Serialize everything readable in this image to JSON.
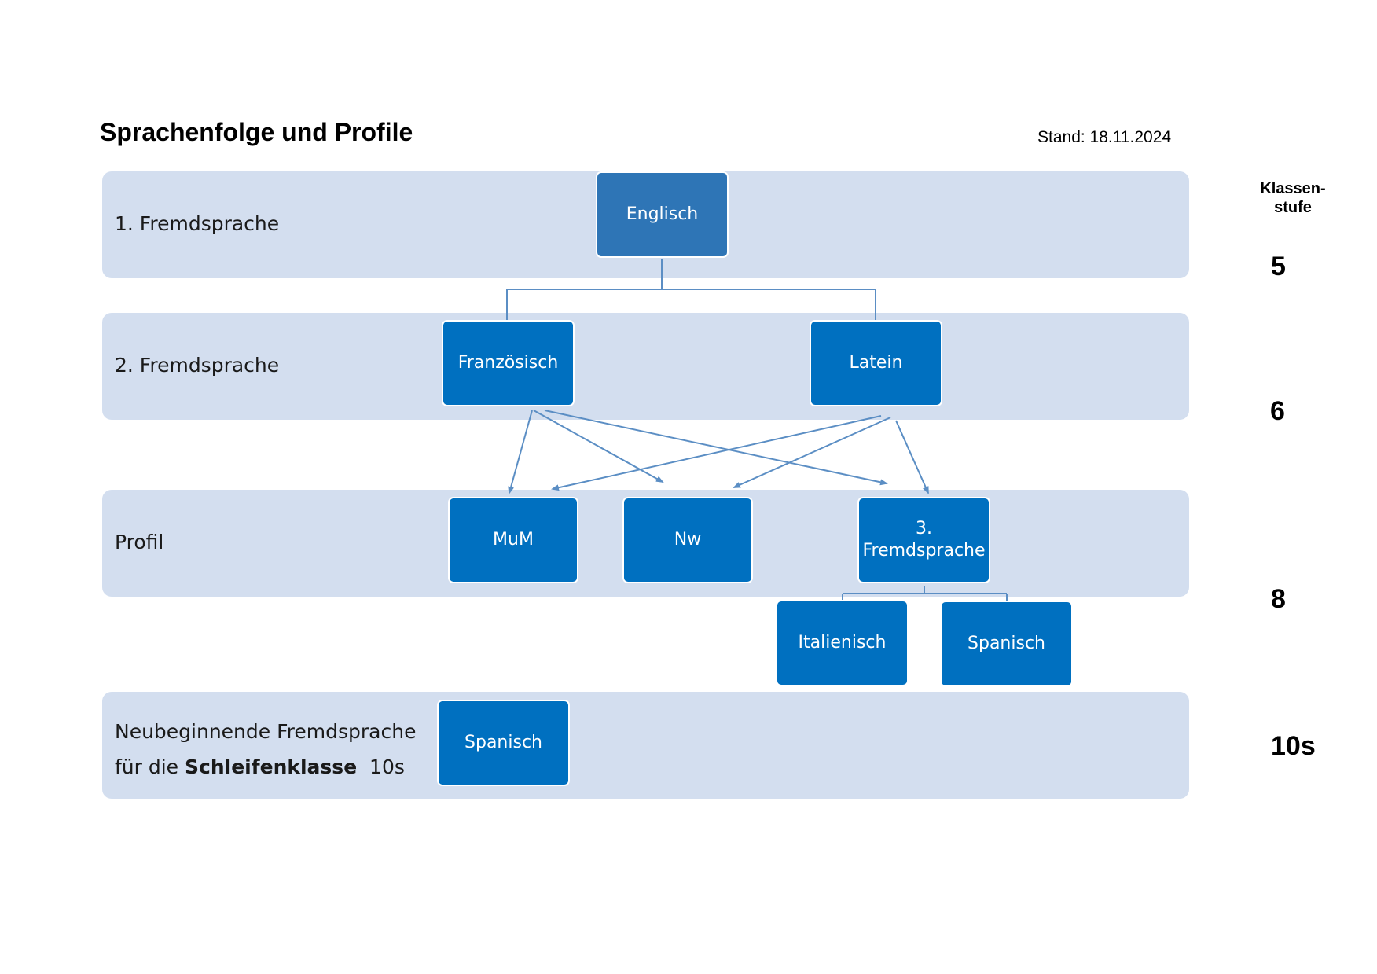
{
  "title": "Sprachenfolge und Profile",
  "stand": "Stand: 18.11.2024",
  "klassenstufe_header": [
    "Klassen-",
    "stufe"
  ],
  "rows": {
    "fremd1": {
      "label": "1. Fremdsprache",
      "klasse": "5"
    },
    "fremd2": {
      "label": "2. Fremdsprache",
      "klasse": "6"
    },
    "profil": {
      "label": "Profil",
      "klasse": "8"
    },
    "neu": {
      "label_line1": "Neubeginnende Fremdsprache",
      "label_line2_prefix": "für die ",
      "label_line2_bold": "Schleifenklasse",
      "label_line2_suffix": "  10s",
      "klasse": "10s"
    }
  },
  "nodes": {
    "englisch": "Englisch",
    "franzoesisch": "Französisch",
    "latein": "Latein",
    "mum": "MuM",
    "nw": "Nw",
    "dritte_line1": "3.",
    "dritte_line2": "Fremdsprache",
    "italienisch": "Italienisch",
    "spanisch_profil": "Spanisch",
    "spanisch_neu": "Spanisch"
  },
  "colors": {
    "band": "#d3deef",
    "node": "#0070c0",
    "root_node": "#2e75b6",
    "connector": "#5b8ec4"
  }
}
